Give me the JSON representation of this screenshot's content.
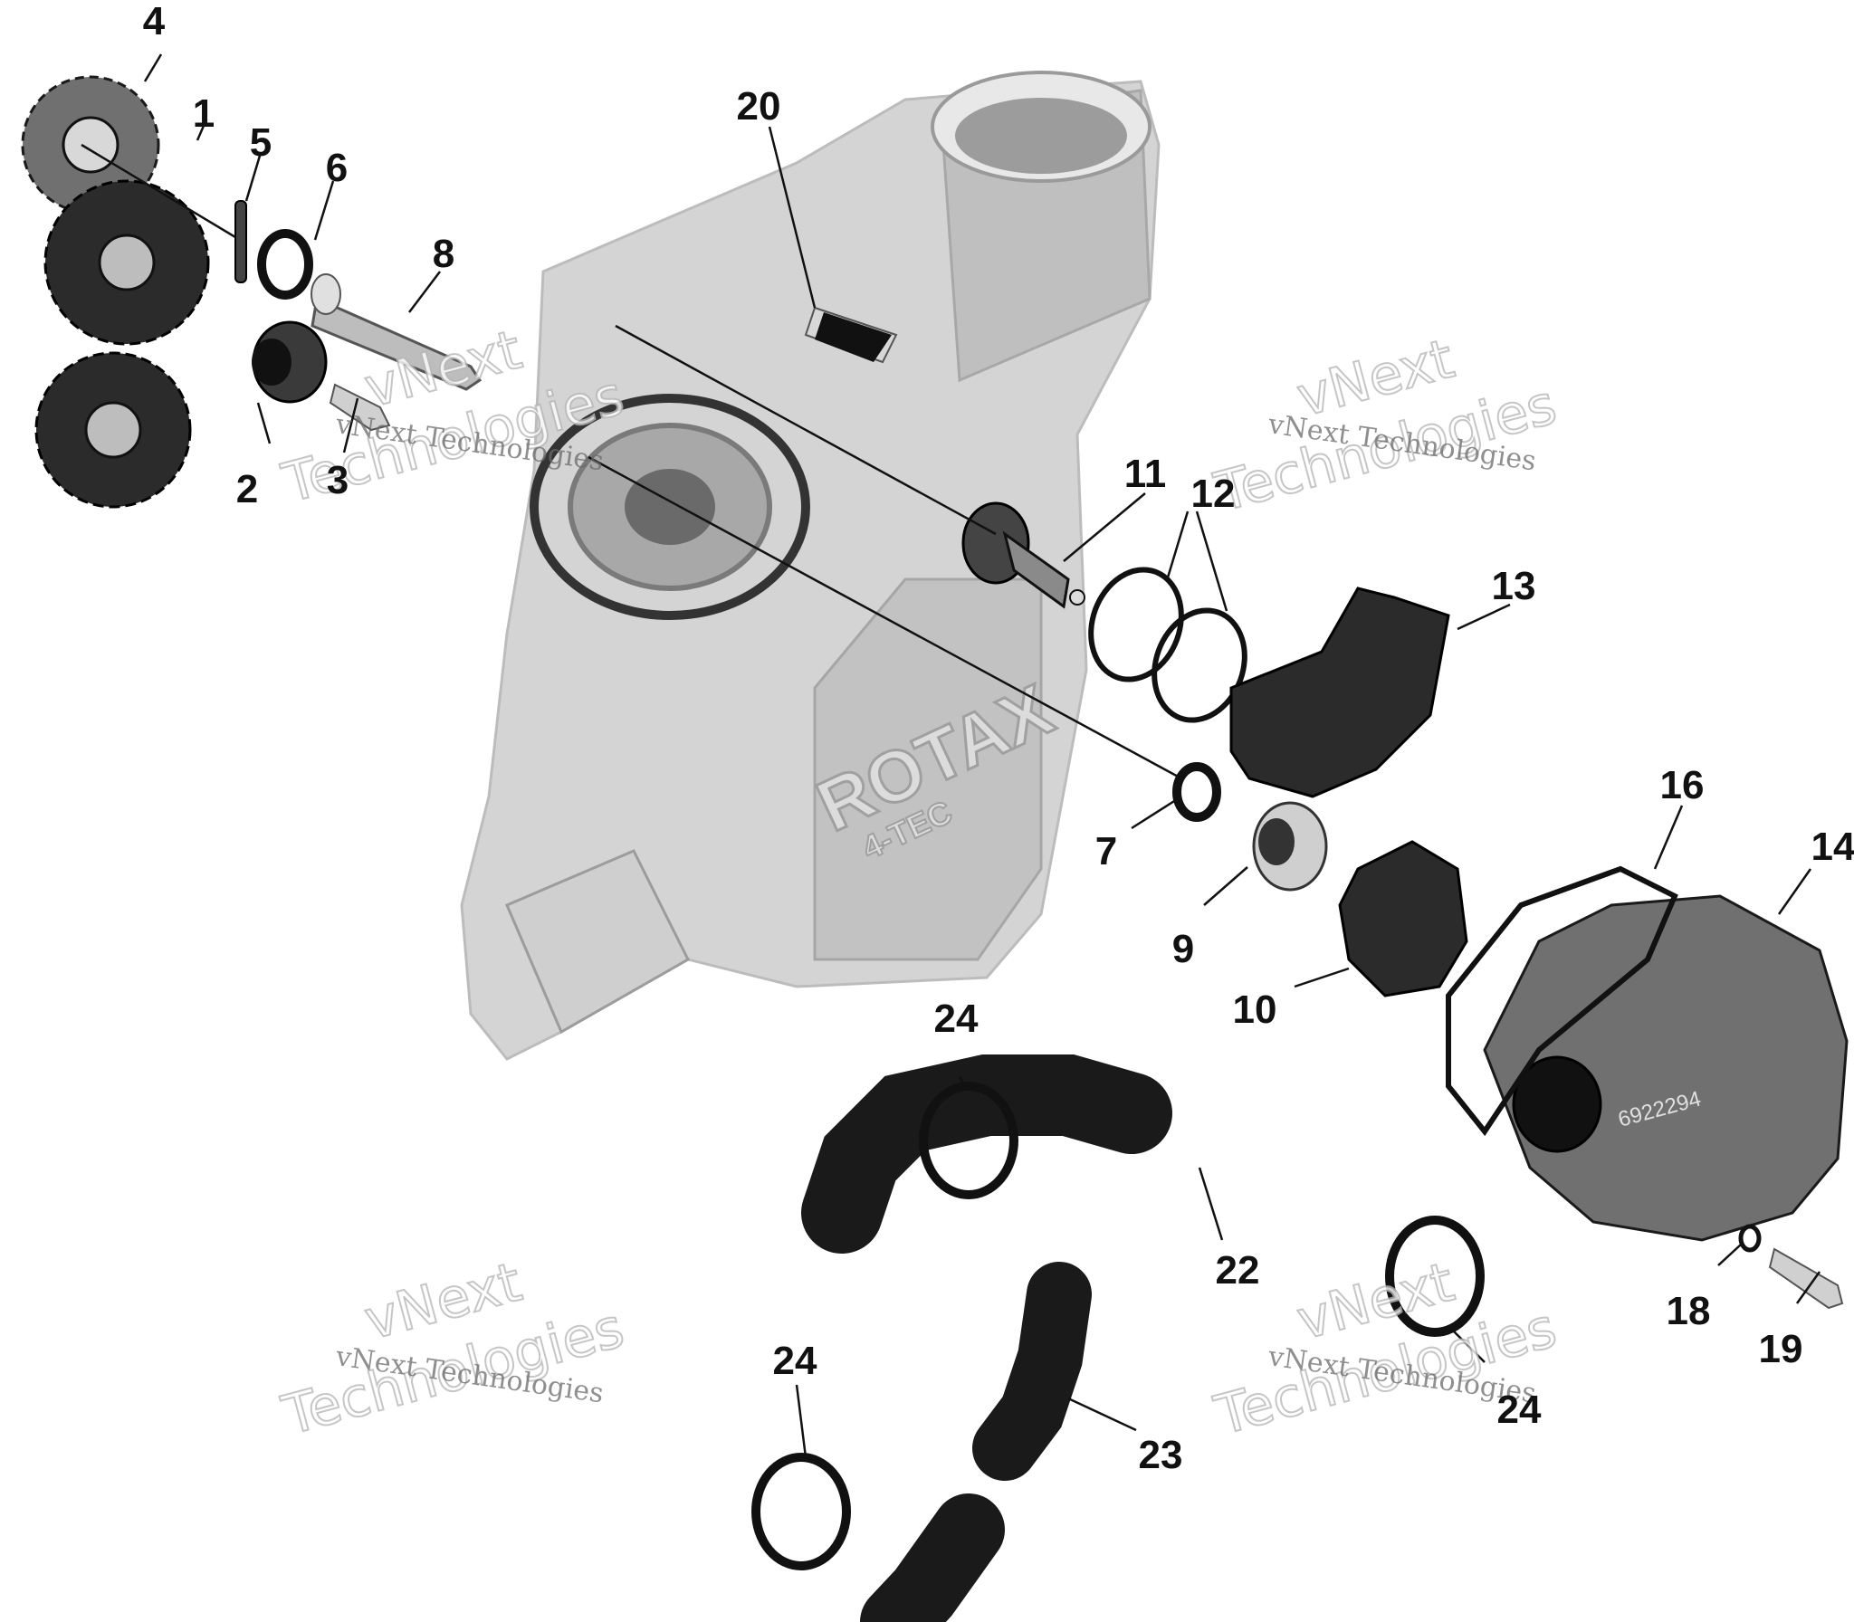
{
  "callouts": {
    "c1": "1",
    "c2": "2",
    "c3": "3",
    "c4": "4",
    "c5": "5",
    "c6": "6",
    "c7": "7",
    "c8": "8",
    "c9": "9",
    "c10": "10",
    "c11": "11",
    "c12": "12",
    "c13": "13",
    "c14": "14",
    "c16": "16",
    "c18": "18",
    "c19": "19",
    "c20": "20",
    "c22": "22",
    "c23": "23",
    "c24a": "24",
    "c24b": "24",
    "c24c": "24"
  },
  "watermark": {
    "company": "vNext Technologies",
    "brand_line1": "vNext",
    "brand_line2": "Technologies"
  },
  "cover_logo": {
    "brand": "ROTAX",
    "sub": "4-TEC"
  },
  "pump_part_number": "6922294",
  "colors": {
    "ink": "#111111",
    "part_dark": "#2b2b2b",
    "part_light": "#d4d4d4"
  }
}
